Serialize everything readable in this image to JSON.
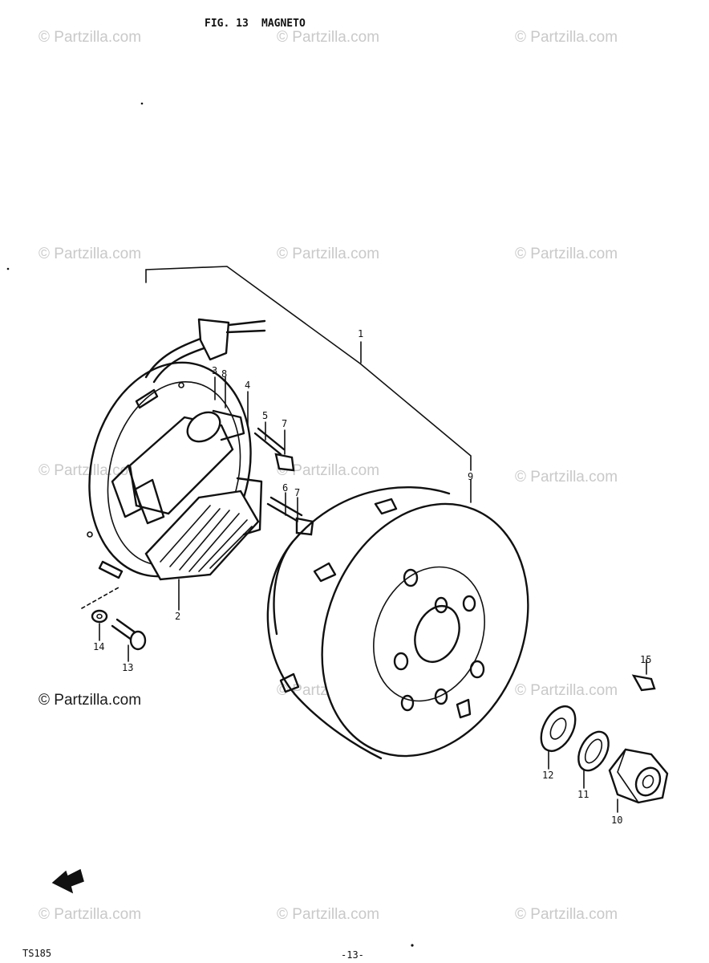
{
  "title": {
    "fig": "FIG. 13",
    "name": "MAGNETO"
  },
  "footer": {
    "model": "TS185",
    "page": "-13-"
  },
  "watermark": {
    "text": "© Partzilla.com"
  },
  "parts": [
    {
      "ref": "1"
    },
    {
      "ref": "2"
    },
    {
      "ref": "3"
    },
    {
      "ref": "8"
    },
    {
      "ref": "4"
    },
    {
      "ref": "5"
    },
    {
      "ref": "7"
    },
    {
      "ref": "6"
    },
    {
      "ref": "7"
    },
    {
      "ref": "9"
    },
    {
      "ref": "14"
    },
    {
      "ref": "13"
    },
    {
      "ref": "15"
    },
    {
      "ref": "12"
    },
    {
      "ref": "11"
    },
    {
      "ref": "10"
    }
  ],
  "icons": {
    "direction": "arrow-icon"
  }
}
